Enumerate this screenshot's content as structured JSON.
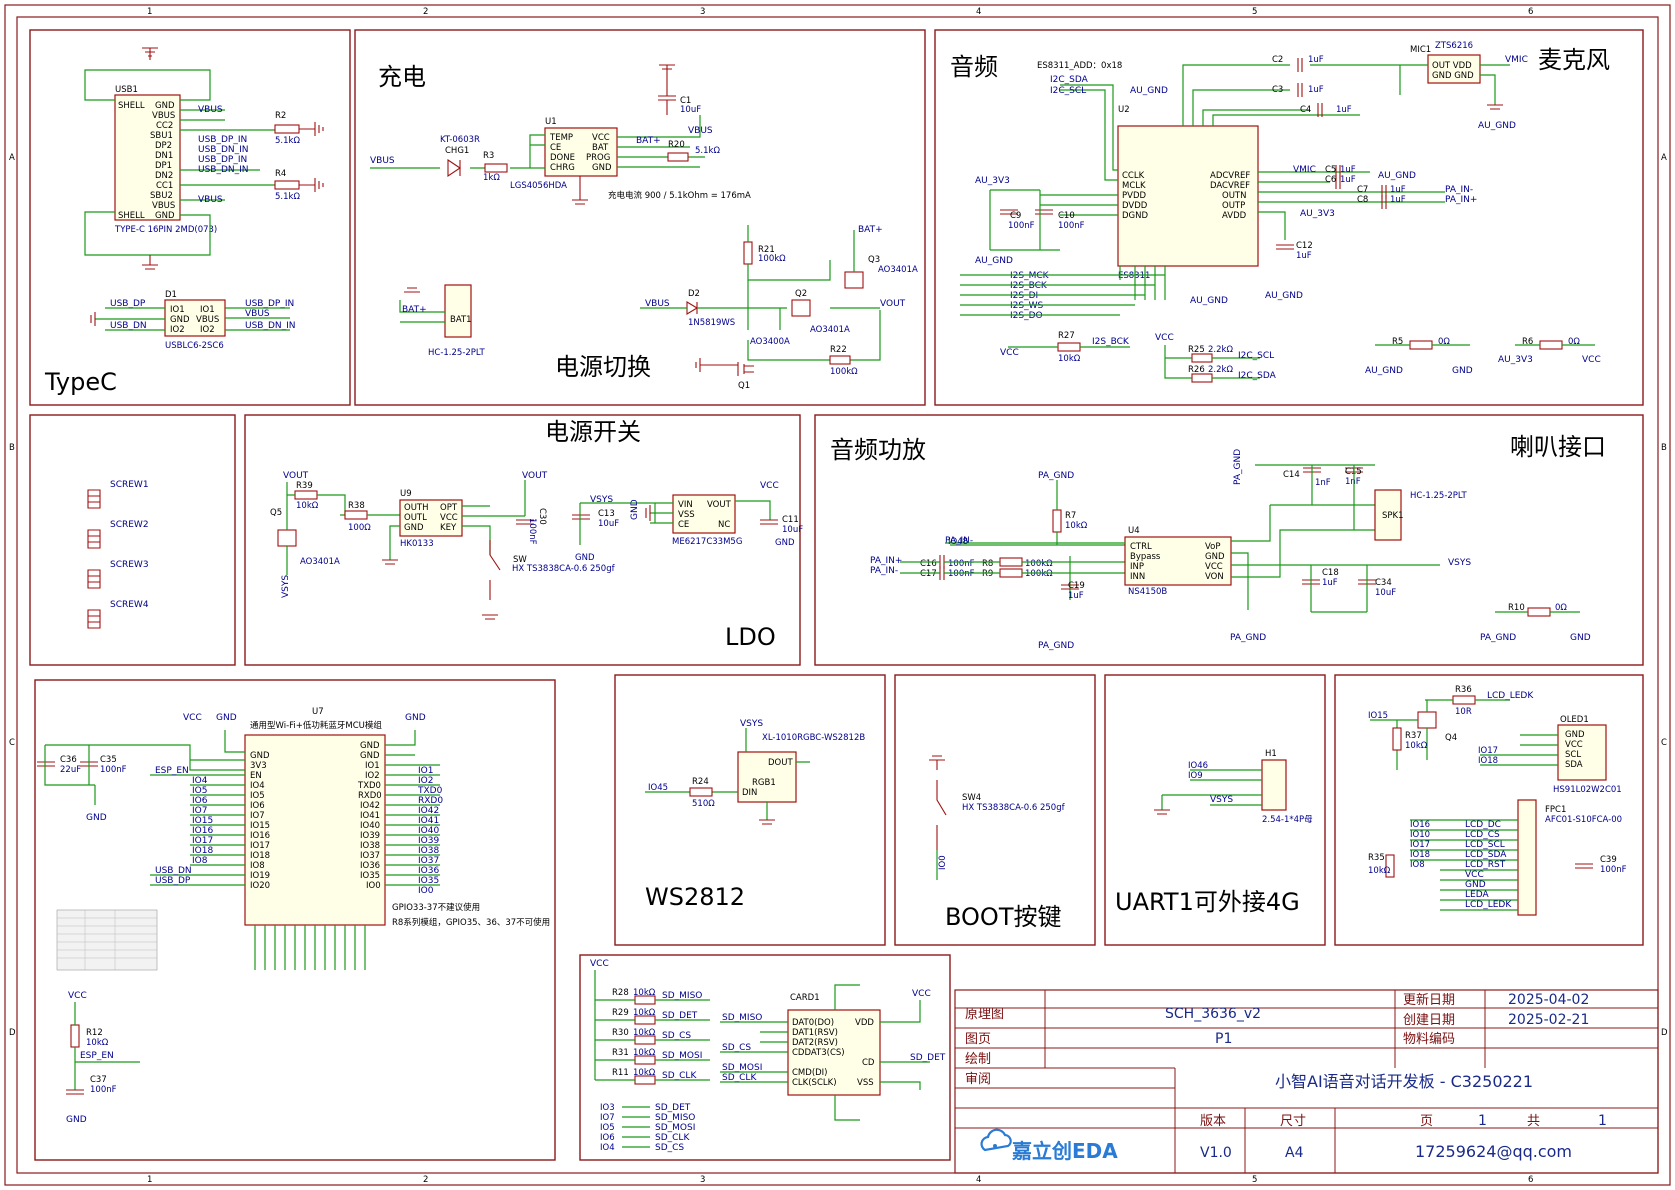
{
  "frame": {
    "col_numbers": [
      "1",
      "2",
      "3",
      "4",
      "5",
      "6"
    ],
    "row_letters": [
      "A",
      "B",
      "C",
      "D"
    ]
  },
  "blocks": {
    "typec": "TypeC",
    "charge": "充电",
    "power_switch_path": "电源切换",
    "audio": "音频",
    "mic": "麦克风",
    "power_key": "电源开关",
    "ldo": "LDO",
    "audio_amp": "音频功放",
    "speaker": "喇叭接口",
    "ws2812": "WS2812",
    "boot": "BOOT按键",
    "uart": "UART1可外接4G"
  },
  "notes": {
    "es8311_addr": "ES8311_ADD：0x18",
    "charge_current": "充电电流 900 / 5.1kOhm = 176mA",
    "gpio_note1": "GPIO33-37不建议使用",
    "gpio_note2": "R8系列模组，GPIO35、36、37不可使用",
    "module_desc": "通用型Wi-Fi+低功耗蓝牙MCU模组"
  },
  "parts": {
    "usb1": "USB1",
    "usb1_pkg": "TYPE-C 16PIN 2MD(073)",
    "d1": "D1",
    "d1_pkg": "USBLC6-2SC6",
    "r2": "R2",
    "r2v": "5.1kΩ",
    "r4": "R4",
    "r4v": "5.1kΩ",
    "u1": "U1",
    "u1_pkg": "LGS4056HDA",
    "chg1": "CHG1",
    "chg1_pkg": "KT-0603R",
    "r3": "R3",
    "r3v": "1kΩ",
    "r20": "R20",
    "r20v": "5.1kΩ",
    "c1": "C1",
    "c1v": "10uF",
    "bat1": "BAT1",
    "bat1_pkg": "HC-1.25-2PLT",
    "d2": "D2",
    "d2_pkg": "1N5819WS",
    "q1": "Q1",
    "q1_pkg": "AO3400A",
    "q2": "Q2",
    "q2_pkg": "AO3401A",
    "q3": "Q3",
    "q3_pkg": "AO3401A",
    "r21": "R21",
    "r21v": "100kΩ",
    "r22": "R22",
    "r22v": "100kΩ",
    "u2": "U2",
    "u2_pkg": "ES8311",
    "mic1": "MIC1",
    "mic1_pkg": "ZTS6216",
    "c2": "C2",
    "c2v": "1uF",
    "c3": "C3",
    "c3v": "1uF",
    "c4": "C4",
    "c4v": "1uF",
    "c5": "C5",
    "c5v": "1uF",
    "c6": "C6",
    "c6v": "1uF",
    "c7": "C7",
    "c7v": "1uF",
    "c8": "C8",
    "c8v": "1uF",
    "c9": "C9",
    "c9v": "100nF",
    "c10": "C10",
    "c10v": "100nF",
    "c12": "C12",
    "c12v": "1uF",
    "r27": "R27",
    "r27v": "10kΩ",
    "r25": "R25",
    "r25v": "2.2kΩ",
    "r26": "R26",
    "r26v": "2.2kΩ",
    "r5": "R5",
    "r5v": "0Ω",
    "r6": "R6",
    "r6v": "0Ω",
    "screw1": "SCREW1",
    "screw2": "SCREW2",
    "screw3": "SCREW3",
    "screw4": "SCREW4",
    "q5": "Q5",
    "q5_pkg": "AO3401A",
    "r39": "R39",
    "r39v": "10kΩ",
    "r38": "R38",
    "r38v": "100Ω",
    "u9": "U9",
    "u9_pkg": "HK0133",
    "c30": "C30",
    "c30v": "100nF",
    "sw": "SW",
    "sw_pkg": "HX TS3838CA-0.6 250gf",
    "u3_pkg": "ME6217C33M5G",
    "c13": "C13",
    "c13v": "10uF",
    "c11": "C11",
    "c11v": "10uF",
    "u4": "U4",
    "u4_pkg": "NS4150B",
    "r7": "R7",
    "r7v": "10kΩ",
    "c16": "C16",
    "c16v": "100nF",
    "c17": "C17",
    "c17v": "100nF",
    "r8": "R8",
    "r8v": "100kΩ",
    "r9": "R9",
    "r9v": "100kΩ",
    "c19": "C19",
    "c19v": "1uF",
    "c14": "C14",
    "c14v": "1nF",
    "c15": "C15",
    "c15v": "1nF",
    "c18": "C18",
    "c18v": "1uF",
    "c34": "C34",
    "c34v": "10uF",
    "spk1": "SPK1",
    "spk1_pkg": "HC-1.25-2PLT",
    "r10": "R10",
    "r10v": "0Ω",
    "u7": "U7",
    "c36": "C36",
    "c36v": "22uF",
    "c35": "C35",
    "c35v": "100nF",
    "r12": "R12",
    "r12v": "10kΩ",
    "c37": "C37",
    "c37v": "100nF",
    "rgb1": "RGB1",
    "rgb1_pkg": "XL-1010RGBC-WS2812B",
    "r24": "R24",
    "r24v": "510Ω",
    "sw4": "SW4",
    "sw4_pkg": "HX TS3838CA-0.6 250gf",
    "h1": "H1",
    "h1_pkg": "2.54-1*4P母",
    "r36": "R36",
    "r36v": "10R",
    "r37": "R37",
    "r37v": "10kΩ",
    "q4": "Q4",
    "oled1": "OLED1",
    "oled1_pkg": "HS91L02W2C01",
    "fpc1": "FPC1",
    "fpc1_pkg": "AFC01-S10FCA-00",
    "r35": "R35",
    "r35v": "10kΩ",
    "c39": "C39",
    "c39v": "100nF",
    "card1": "CARD1",
    "r28": "R28",
    "r28v": "10kΩ",
    "r29": "R29",
    "r29v": "10kΩ",
    "r30": "R30",
    "r30v": "10kΩ",
    "r31": "R31",
    "r31v": "10kΩ",
    "r11": "R11",
    "r11v": "10kΩ"
  },
  "nets": {
    "vbus": "VBUS",
    "vcc": "VCC",
    "gnd": "GND",
    "vout": "VOUT",
    "vsys": "VSYS",
    "batp": "BAT+",
    "au_gnd": "AU_GND",
    "au_3v3": "AU_3V3",
    "pa_gnd": "PA_GND",
    "vmic": "VMIC",
    "usb_dp": "USB_DP",
    "usb_dn": "USB_DN",
    "usb_dp_in": "USB_DP_IN",
    "usb_dn_in": "USB_DN_IN",
    "pa_in_p": "PA_IN+",
    "pa_in_n": "PA_IN-",
    "i2c_sda": "I2C_SDA",
    "i2c_scl": "I2C_SCL",
    "i2s_mck": "I2S_MCK",
    "i2s_bck": "I2S_BCK",
    "i2s_di": "I2S_DI",
    "i2s_ws": "I2S_WS",
    "i2s_do": "I2S_DO",
    "esp_en": "ESP_EN",
    "lcd_ledk": "LCD_LEDK",
    "sd_miso": "SD_MISO",
    "sd_det": "SD_DET",
    "sd_cs": "SD_CS",
    "sd_mosi": "SD_MOSI",
    "sd_clk": "SD_CLK"
  },
  "title_block": {
    "schematic_label": "原理图",
    "schematic_name": "SCH_3636_v2",
    "update_date_label": "更新日期",
    "update_date": "2025-04-02",
    "create_date_label": "创建日期",
    "create_date": "2025-02-21",
    "page_label": "图页",
    "page_value": "P1",
    "material_label": "物料编码",
    "draw_label": "绘制",
    "review_label": "审阅",
    "project": "小智AI语音对话开发板 - C3250221",
    "version_label": "版本",
    "size_label": "尺寸",
    "page_word": "页",
    "page_num": "1",
    "total_word": "共",
    "total_num": "1",
    "version": "V1.0",
    "size": "A4",
    "email": "17259624@qq.com",
    "logo_text": "嘉立创EDA"
  }
}
